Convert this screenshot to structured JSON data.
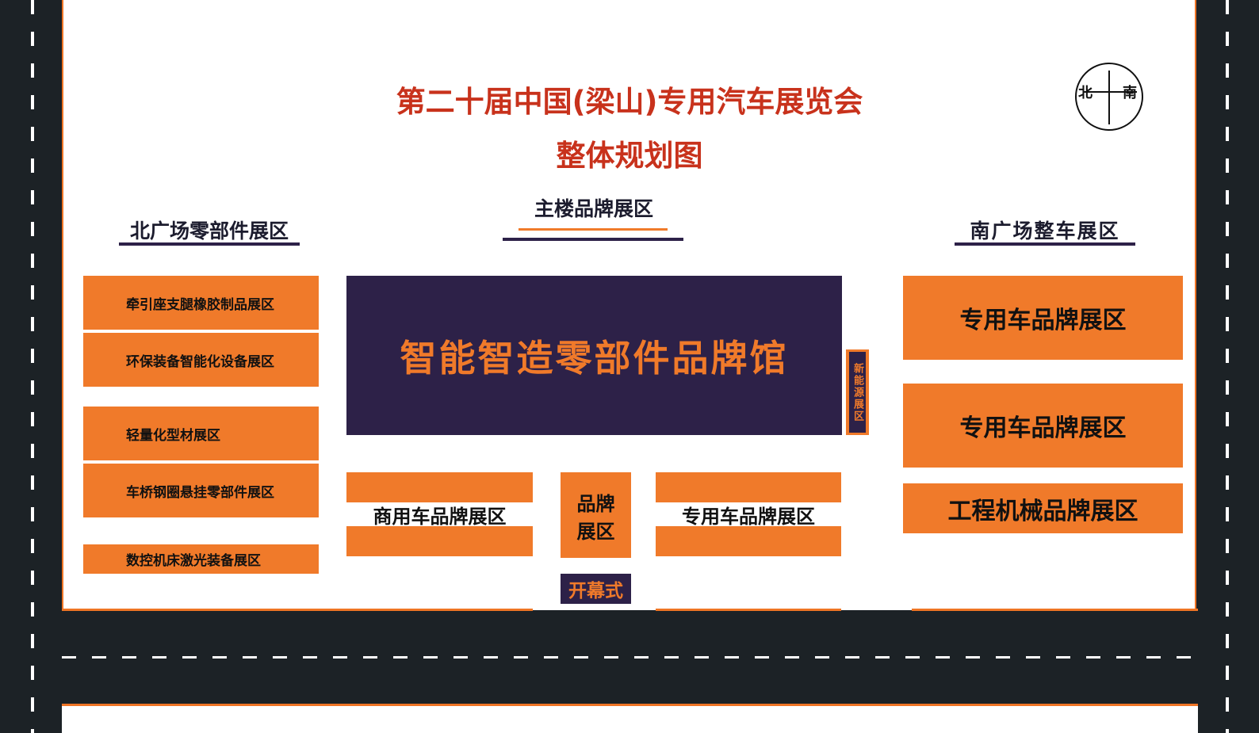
{
  "title": {
    "line1": "第二十届中国(梁山)专用汽车展览会",
    "line2": "整体规划图"
  },
  "compass": {
    "north": "北",
    "south": "南"
  },
  "sections": {
    "north": "北广场零部件展区",
    "main": "主楼品牌展区",
    "south": "南广场整车展区"
  },
  "north_zones": [
    "牵引座支腿橡胶制品展区",
    "环保装备智能化设备展区",
    "轻量化型材展区",
    "车桥钢圈悬挂零部件展区",
    "数控机床激光装备展区"
  ],
  "main_hall": "智能智造零部件品牌馆",
  "new_energy": "新能源展区",
  "main_zones": {
    "commercial": "商用车品牌展区",
    "brand_1": "品牌",
    "brand_2": "展区",
    "special": "专用车品牌展区",
    "opening": "开幕式"
  },
  "south_zones": [
    "专用车品牌展区",
    "专用车品牌展区",
    "工程机械品牌展区"
  ],
  "colors": {
    "orange": "#f07a2a",
    "navy": "#2d2148",
    "road": "#1c2226",
    "title_red": "#c8321c"
  }
}
